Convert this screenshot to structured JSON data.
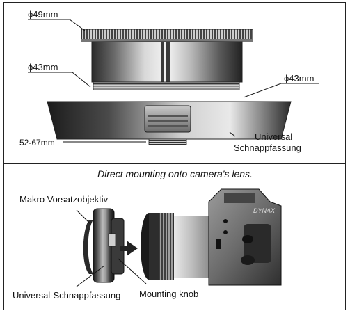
{
  "top_panel": {
    "labels": {
      "d49": "ϕ49mm",
      "d43_left": "ϕ43mm",
      "d43_right": "ϕ43mm",
      "range": "52-67mm",
      "snap_line1": "Universal",
      "snap_line2": "Schnappfassung"
    }
  },
  "bottom_panel": {
    "caption": "Direct mounting onto camera's lens.",
    "labels": {
      "macro": "Makro Vorsatzobjektiv",
      "universal_snap": "Universal-Schnappfassung",
      "knob": "Mounting knob"
    },
    "camera_model_text": "DYNAX"
  }
}
